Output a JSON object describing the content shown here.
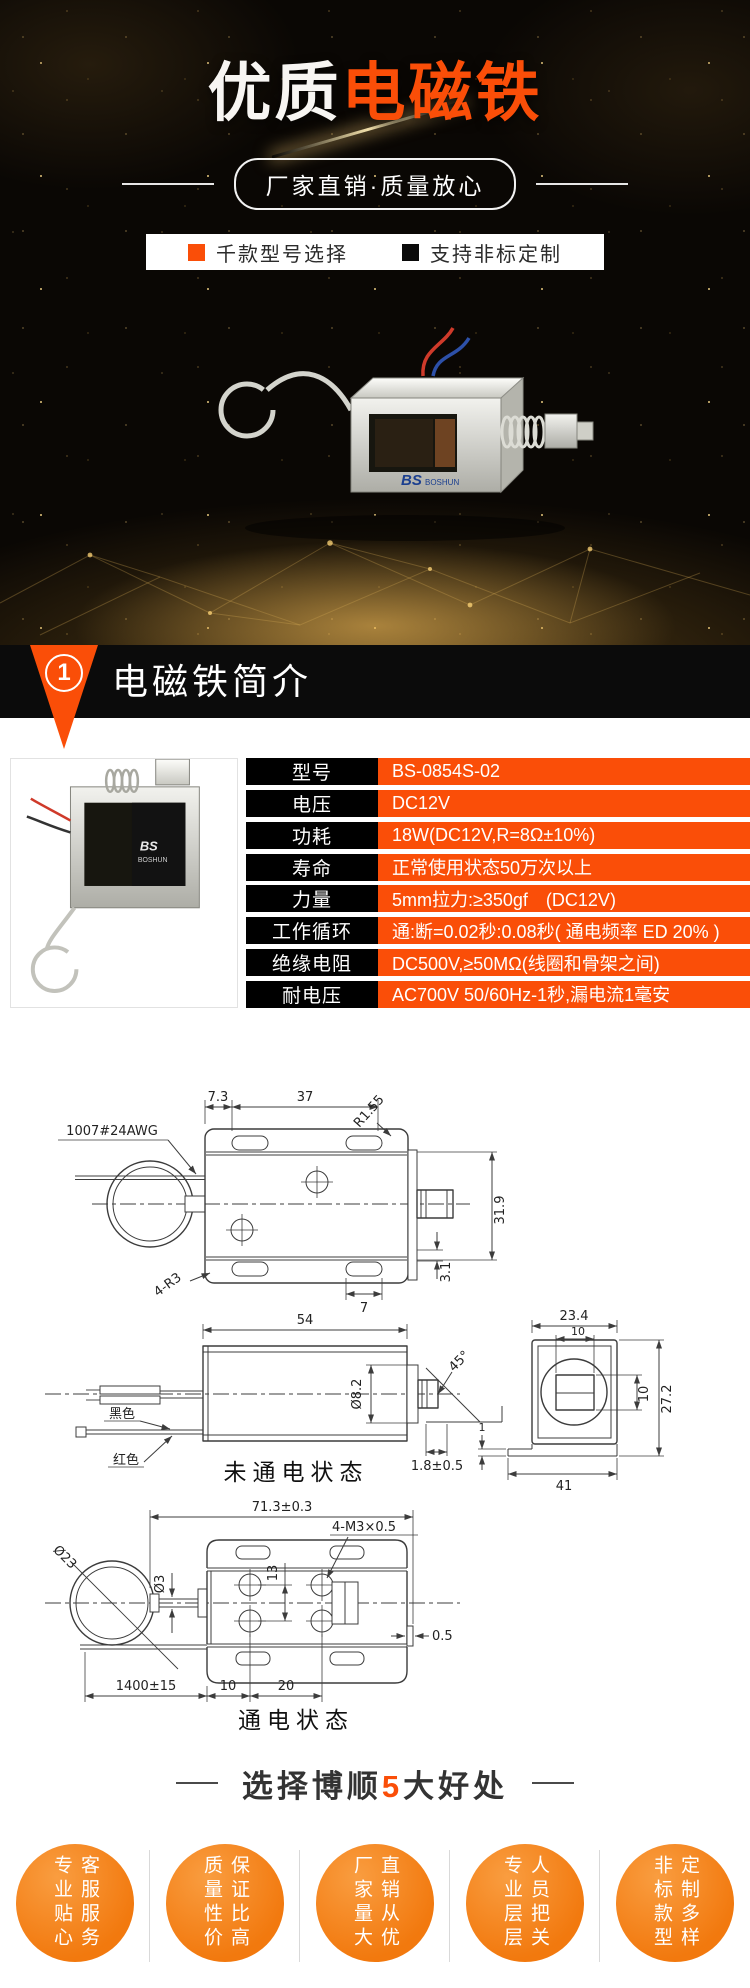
{
  "colors": {
    "accent": "#fa4e08",
    "circle_orange": "#f2790e",
    "bar_black": "#0b0b0b"
  },
  "hero": {
    "title_white": "优质",
    "title_orange": "电磁铁",
    "subtitle": "厂家直销·质量放心",
    "tag1": "千款型号选择",
    "tag2": "支持非标定制"
  },
  "product": {
    "logo_mark": "BS",
    "logo_name": "BOSHUN"
  },
  "section1": {
    "number": "1",
    "title": "电磁铁简介"
  },
  "spec_table": {
    "rows": [
      {
        "label": "型号",
        "value": "BS-0854S-02"
      },
      {
        "label": "电压",
        "value": "DC12V"
      },
      {
        "label": "功耗",
        "value": "18W(DC12V,R=8Ω±10%)"
      },
      {
        "label": "寿命",
        "value": "正常使用状态50万次以上"
      },
      {
        "label": "力量",
        "value": "5mm拉力:≥350gf　(DC12V)"
      },
      {
        "label": "工作循环",
        "value": "通:断=0.02秒:0.08秒( 通电频率 ED 20% )"
      },
      {
        "label": "绝缘电阻",
        "value": "DC500V,≥50MΩ(线圈和骨架之间)"
      },
      {
        "label": "耐电压",
        "value": "AC700V 50/60Hz-1秒,漏电流1毫安"
      }
    ]
  },
  "drawings": {
    "v1": {
      "wire": "1007#24AWG",
      "d73": "7.3",
      "d37": "37",
      "r155": "R1.55",
      "d319": "31.9",
      "d31": "3.1",
      "d7": "7",
      "r3": "4-R3"
    },
    "v2": {
      "d54": "54",
      "dia82": "Ø8.2",
      "ang45": "45°",
      "black": "黑色",
      "red": "红色",
      "d18": "1.8±0.5",
      "cap": "未通电状态"
    },
    "v3": {
      "d234": "23.4",
      "d10a": "10",
      "d10b": "10",
      "d272": "27.2",
      "d41": "41",
      "d1": "1"
    },
    "v4": {
      "d713": "71.3±0.3",
      "m3": "4-M3×0.5",
      "dia23": "Ø23",
      "dia3": "Ø3",
      "d13": "13",
      "d05": "0.5",
      "d1400": "1400±15",
      "d10": "10",
      "d20": "20",
      "cap": "通电状态"
    }
  },
  "benefits": {
    "heading_pre": "选择博顺",
    "heading_num": "5",
    "heading_post": "大好处",
    "items": [
      {
        "line1": "专业客服",
        "line2": "贴心服务"
      },
      {
        "line1": "质量保证",
        "line2": "性价比高"
      },
      {
        "line1": "厂家直销",
        "line2": "量大从优"
      },
      {
        "line1": "专业人员",
        "line2": "层层把关"
      },
      {
        "line1": "非标定制",
        "line2": "款型多样"
      }
    ]
  }
}
